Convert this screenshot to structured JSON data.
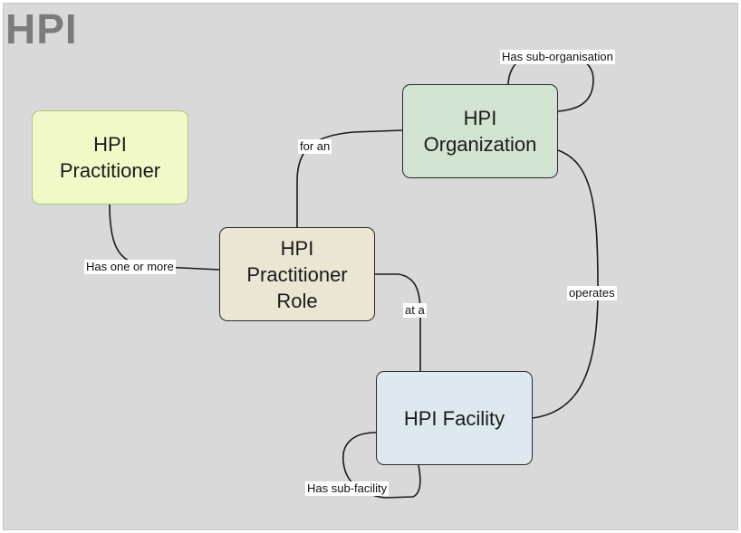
{
  "diagram": {
    "title": "HPI",
    "nodes": {
      "practitioner": "HPI\nPractitioner",
      "role": "HPI\nPractitioner\nRole",
      "organization": "HPI\nOrganization",
      "facility": "HPI Facility"
    },
    "edges": {
      "has_one_or_more": "Has one or more",
      "for_an": "for an",
      "at_a": "at a",
      "operates": "operates",
      "has_sub_organisation": "Has sub-organisation",
      "has_sub_facility": "Has sub-facility"
    },
    "colors": {
      "background": "#d9d9d9",
      "title": "#7b7b7b",
      "practitioner_fill": "#f2f9c9",
      "role_fill": "#ebe6d3",
      "organization_fill": "#d3e3d1",
      "facility_fill": "#dde9ee"
    }
  }
}
